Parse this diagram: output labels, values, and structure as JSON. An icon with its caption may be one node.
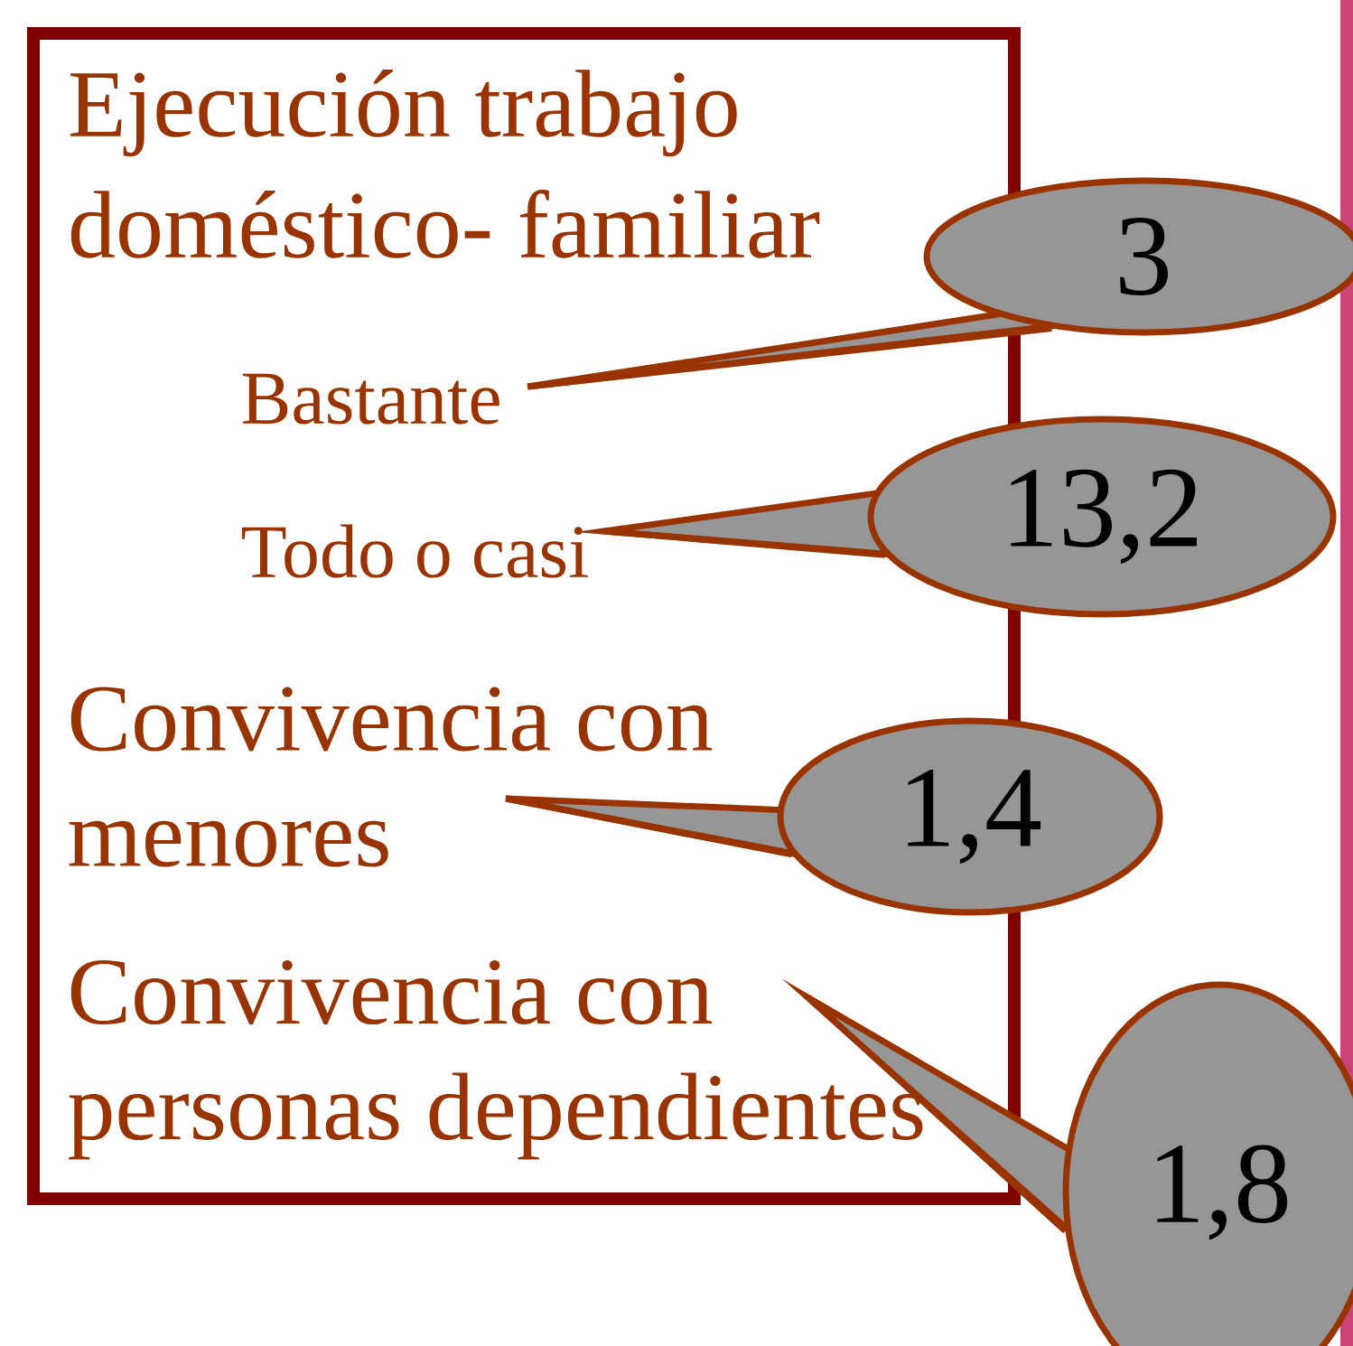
{
  "diagram": {
    "nodes": [
      {
        "text": [
          "Ejecución trabajo doméstico- familiar"
        ]
      },
      {
        "text": [
          "Bastante"
        ],
        "in": 0
      },
      {
        "text": [
          "Todo o casi"
        ],
        "in": 0
      },
      {
        "text": [
          "Convivencia con menores"
        ],
        "in": 0
      },
      {
        "text": [
          "Convivencia con personas dependientes"
        ],
        "in": 0
      },
      {
        "text": [
          "3"
        ]
      },
      {
        "text": [
          "13,2"
        ]
      },
      {
        "text": [
          "1,4"
        ]
      },
      {
        "text": [
          "1,8"
        ]
      }
    ],
    "edges": [
      {
        "from": 5,
        "to": 1,
        "arrow": "none"
      },
      {
        "from": 6,
        "to": 2,
        "arrow": "none"
      },
      {
        "from": 7,
        "to": 3,
        "arrow": "none"
      },
      {
        "from": 8,
        "to": 4,
        "arrow": "none"
      }
    ]
  }
}
